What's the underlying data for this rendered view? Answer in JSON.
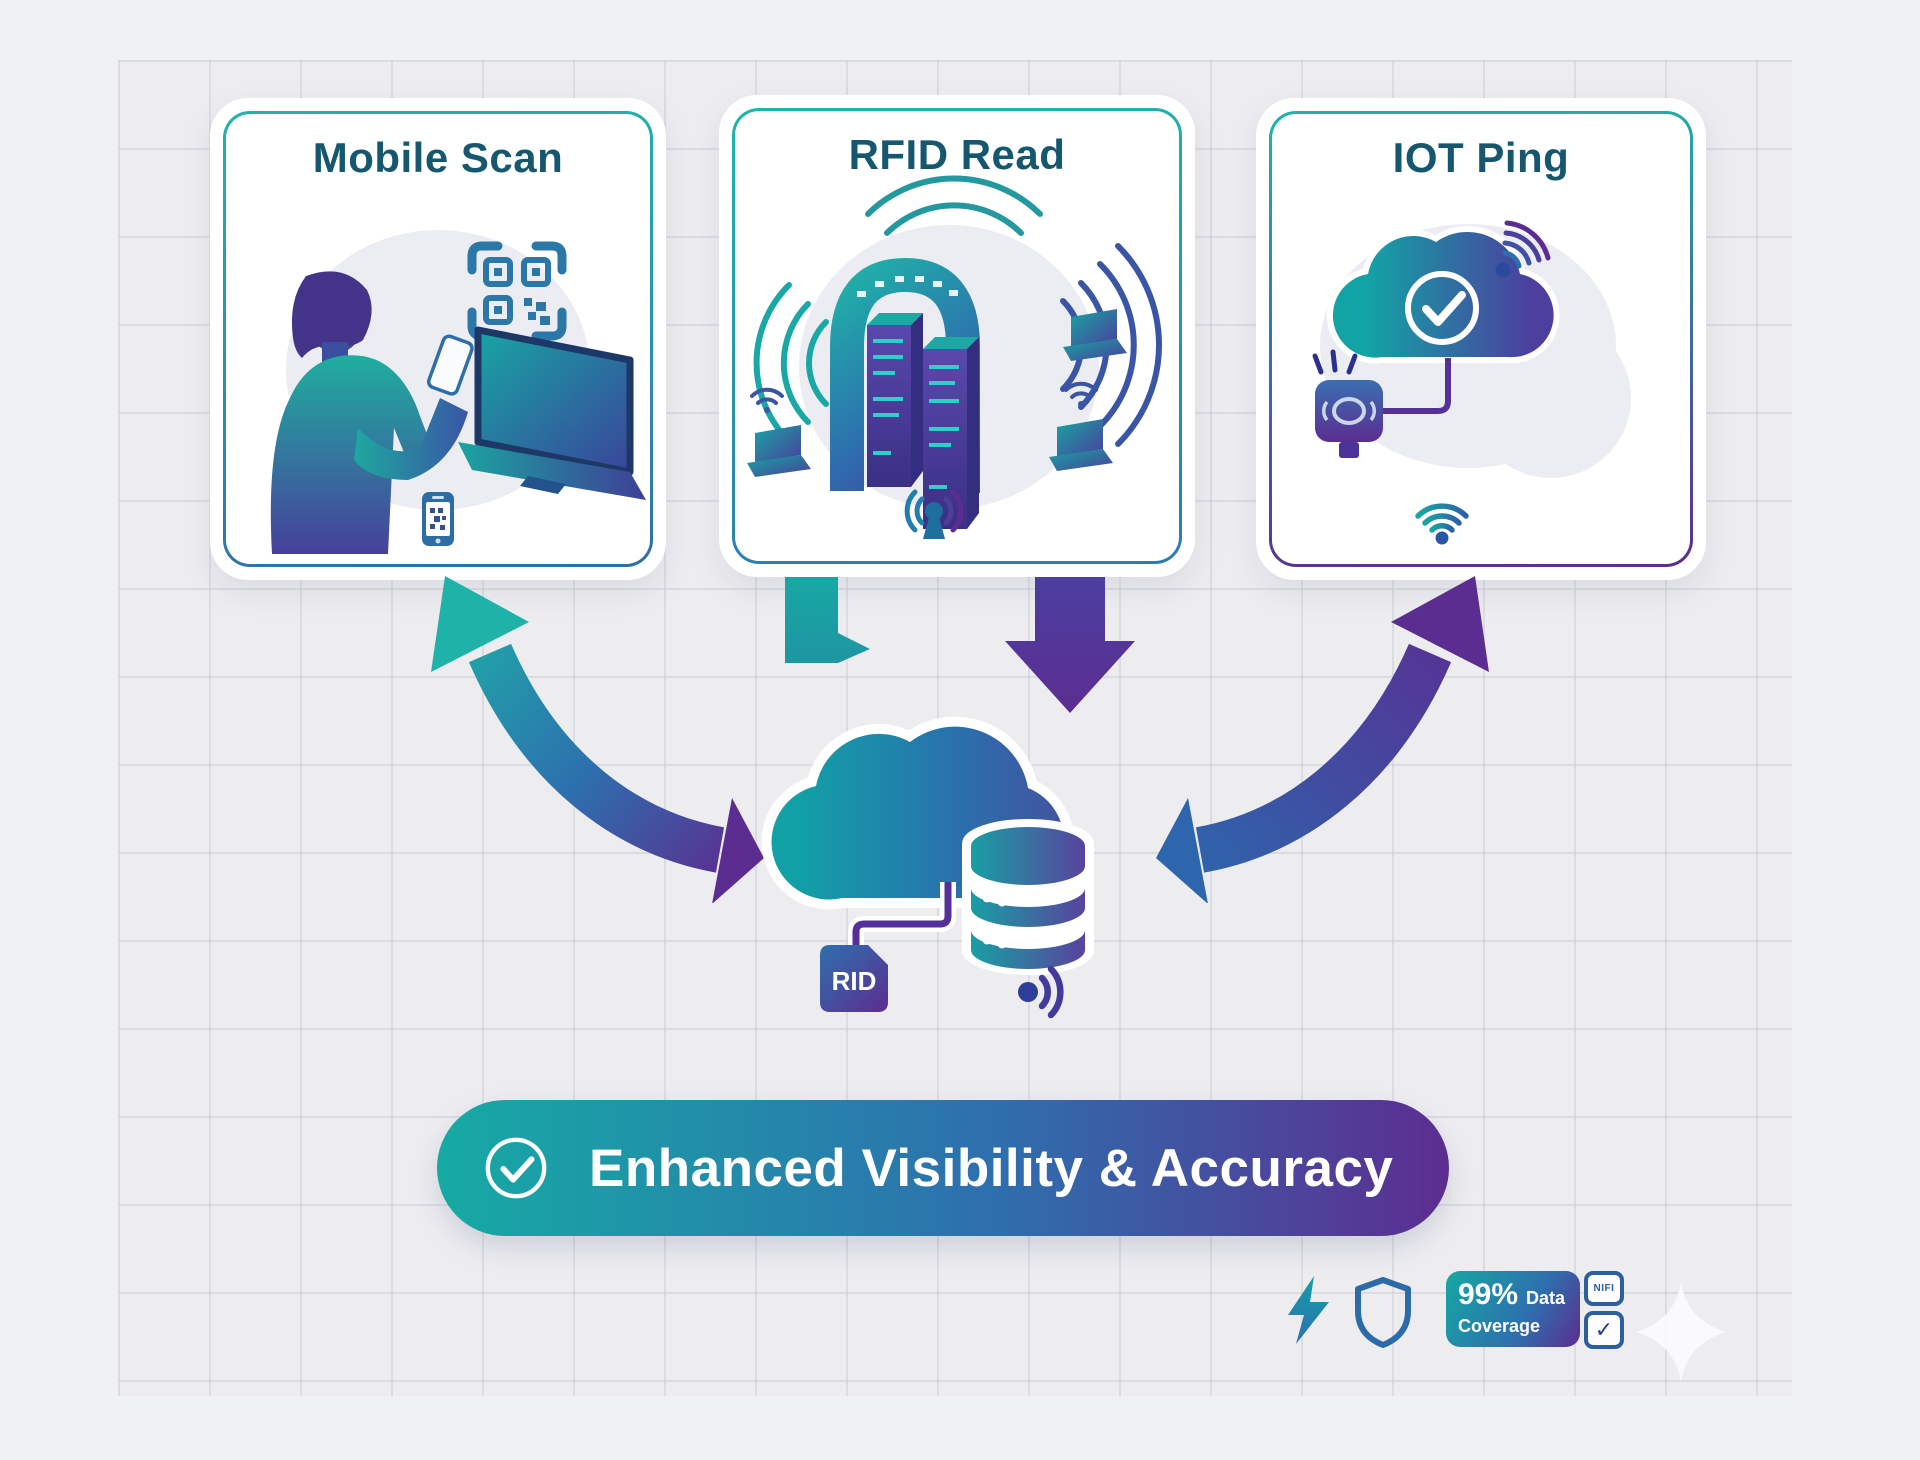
{
  "cards": [
    {
      "id": "mobile-scan",
      "title": "Mobile Scan"
    },
    {
      "id": "rfid-read",
      "title": "RFID Read"
    },
    {
      "id": "iot-ping",
      "title": "IOT Ping"
    }
  ],
  "center": {
    "rfid_chip_label": "RID"
  },
  "banner": {
    "label": "Enhanced Visibility & Accuracy"
  },
  "badges": {
    "coverage": {
      "percent": "99%",
      "word1": "Data",
      "word2": "Coverage"
    },
    "wifi_chip_label": "NIFI"
  },
  "icons": {
    "check": "✓"
  },
  "colors": {
    "teal": "#16A9A4",
    "blue": "#2D6FAE",
    "indigo": "#4A3F9C",
    "purple": "#5C2D91",
    "title_text": "#14576E",
    "background": "#F0F1F3",
    "card_background": "#FFFFFF",
    "banner_text": "#FFFFFF"
  }
}
